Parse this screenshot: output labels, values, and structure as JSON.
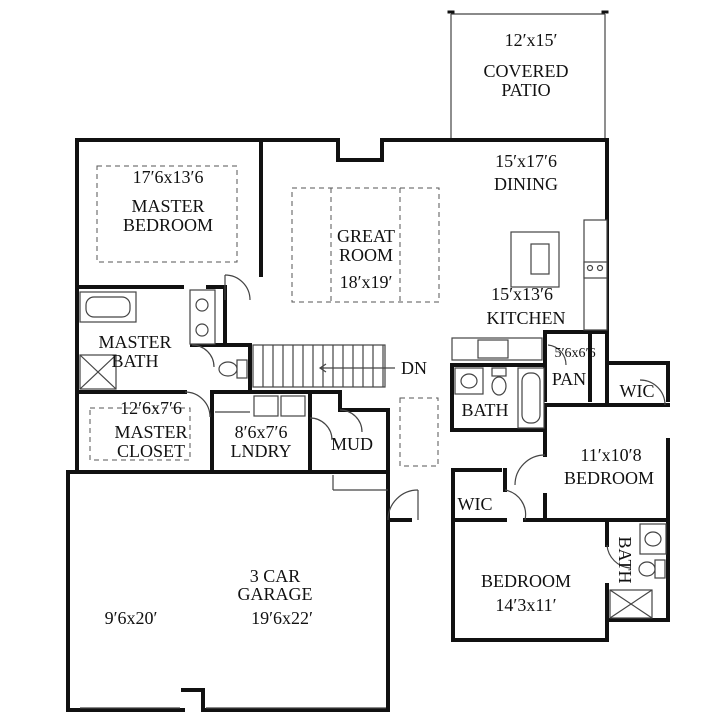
{
  "patio": {
    "dims": "12′x15′",
    "name_line1": "COVERED",
    "name_line2": "PATIO"
  },
  "dining": {
    "dims": "15′x17′6",
    "name": "DINING"
  },
  "master_bedroom": {
    "dims": "17′6x13′6",
    "name_line1": "MASTER",
    "name_line2": "BEDROOM"
  },
  "great_room": {
    "name_line1": "GREAT",
    "name_line2": "ROOM",
    "dims": "18′x19′"
  },
  "kitchen": {
    "dims": "15′x13′6",
    "name": "KITCHEN"
  },
  "master_bath": {
    "name_line1": "MASTER",
    "name_line2": "BATH"
  },
  "pantry": {
    "dims": "5′6x6′6",
    "name": "PAN"
  },
  "stairs": {
    "label": "DN"
  },
  "bath_hall": {
    "name": "BATH"
  },
  "wic_right": {
    "name": "WIC"
  },
  "master_closet": {
    "dims": "12′6x7′6",
    "name_line1": "MASTER",
    "name_line2": "CLOSET"
  },
  "laundry": {
    "dims": "8′6x7′6",
    "name": "LNDRY"
  },
  "mud": {
    "name": "MUD"
  },
  "bedroom_right": {
    "dims": "11′x10′8",
    "name": "BEDROOM"
  },
  "wic_small": {
    "name": "WIC"
  },
  "bath_right": {
    "name": "BATH"
  },
  "garage": {
    "name_line1": "3 CAR",
    "name_line2": "GARAGE",
    "dims_main": "19′6x22′",
    "dims_side": "9′6x20′"
  },
  "bedroom_bottom": {
    "name": "BEDROOM",
    "dims": "14′3x11′"
  }
}
